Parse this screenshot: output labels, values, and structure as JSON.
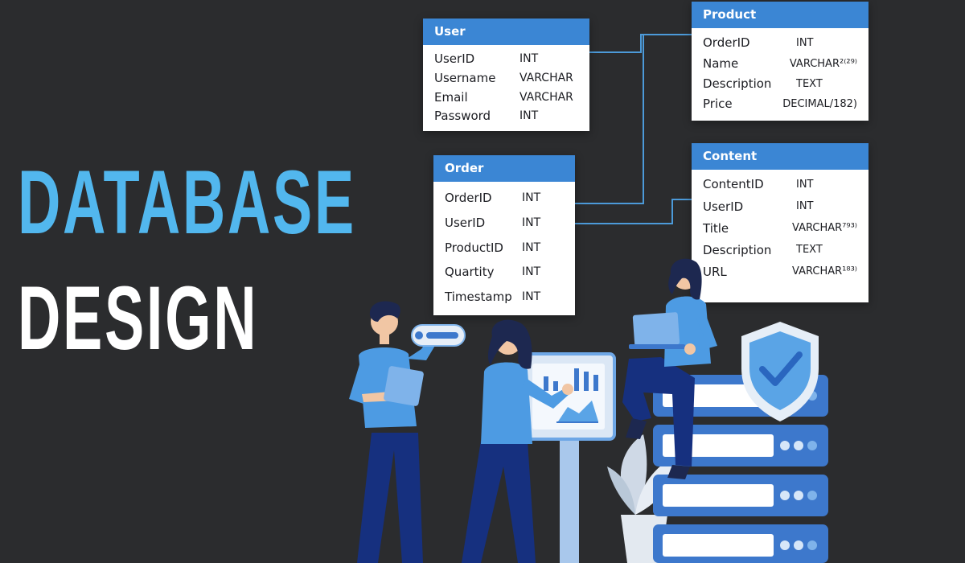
{
  "headline": {
    "line1": "DATABASE",
    "line2": "DESIGN"
  },
  "colors": {
    "background": "#2b2c2e",
    "accent": "#52b7ee",
    "table_header": "#3b86d4",
    "connector": "#4c9ad9",
    "figure_shirt": "#4d9be3",
    "figure_pants": "#16307f"
  },
  "tables": {
    "user": {
      "title": "User",
      "fields": [
        {
          "name": "UserID",
          "type": "INT"
        },
        {
          "name": "Username",
          "type": "VARCHAR"
        },
        {
          "name": "Email",
          "type": "VARCHAR"
        },
        {
          "name": "Password",
          "type": "INT"
        }
      ]
    },
    "product": {
      "title": "Product",
      "fields": [
        {
          "name": "OrderID",
          "type": "INT"
        },
        {
          "name": "Name",
          "type": "VARCHAR²⁽²⁹⁾"
        },
        {
          "name": "Description",
          "type": "TEXT"
        },
        {
          "name": "Price",
          "type": "DECIMAL/182)"
        }
      ]
    },
    "order": {
      "title": "Order",
      "fields": [
        {
          "name": "OrderID",
          "type": "INT"
        },
        {
          "name": "UserID",
          "type": "INT"
        },
        {
          "name": "ProductID",
          "type": "INT"
        },
        {
          "name": "Quartity",
          "type": "INT"
        },
        {
          "name": "Timestamp",
          "type": "INT"
        }
      ]
    },
    "content": {
      "title": "Content",
      "fields": [
        {
          "name": "ContentID",
          "type": "INT"
        },
        {
          "name": "UserID",
          "type": "INT"
        },
        {
          "name": "Title",
          "type": "VARCHAR⁷⁹³⁾"
        },
        {
          "name": "Description",
          "type": "TEXT"
        },
        {
          "name": "URL",
          "type": "VARCHAR¹⁸³⁾"
        }
      ]
    }
  },
  "illustration": {
    "icons": [
      "person-with-tablet-icon",
      "person-at-dashboard-icon",
      "person-with-laptop-icon",
      "server-rack-icon",
      "shield-check-icon",
      "plant-icon",
      "search-bar-icon"
    ]
  }
}
